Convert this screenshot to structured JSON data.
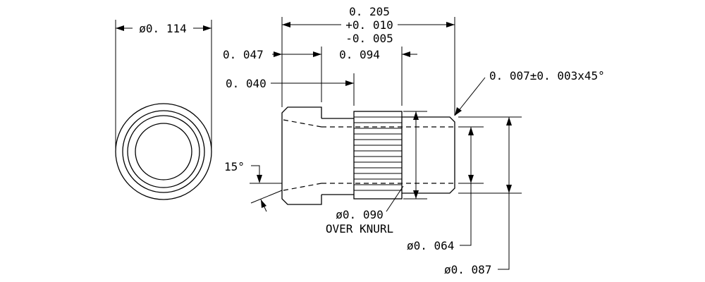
{
  "dimensions": {
    "end_view_diameter": "ø0. 114",
    "overall_length": "0. 205",
    "overall_length_tol_plus": "+0. 010",
    "overall_length_tol_minus": "-0. 005",
    "head_length": "0. 047",
    "knurl_length": "0. 094",
    "head_to_knurl": "0. 040",
    "chamfer": "0. 007±0. 003x45°",
    "angle": "15°",
    "knurl_diameter": "ø0. 090",
    "knurl_note": "OVER KNURL",
    "bore_diameter": "ø0. 064",
    "shank_diameter": "ø0. 087"
  }
}
